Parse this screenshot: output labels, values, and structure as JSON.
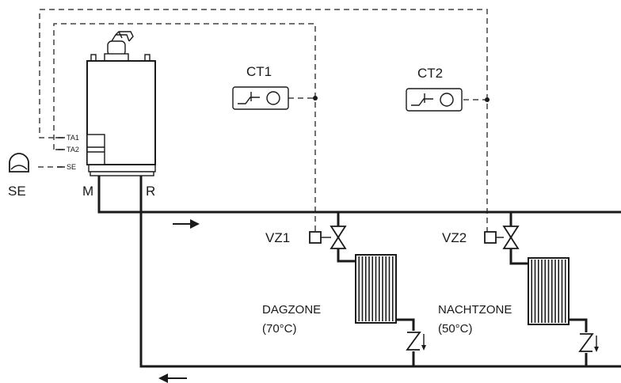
{
  "boiler": {
    "terminals": [
      "TA1",
      "TA2",
      "SE"
    ],
    "outlet_label": "M",
    "return_label": "R"
  },
  "sensor": {
    "label": "SE"
  },
  "thermostats": [
    {
      "label": "CT1"
    },
    {
      "label": "CT2"
    }
  ],
  "valves": [
    {
      "label": "VZ1"
    },
    {
      "label": "VZ2"
    }
  ],
  "zones": [
    {
      "name": "DAGZONE",
      "temperature": "(70°C)"
    },
    {
      "name": "NACHTZONE",
      "temperature": "(50°C)"
    }
  ],
  "colors": {
    "line": "#1a1a1a",
    "wire": "#444444",
    "background": "#ffffff"
  }
}
